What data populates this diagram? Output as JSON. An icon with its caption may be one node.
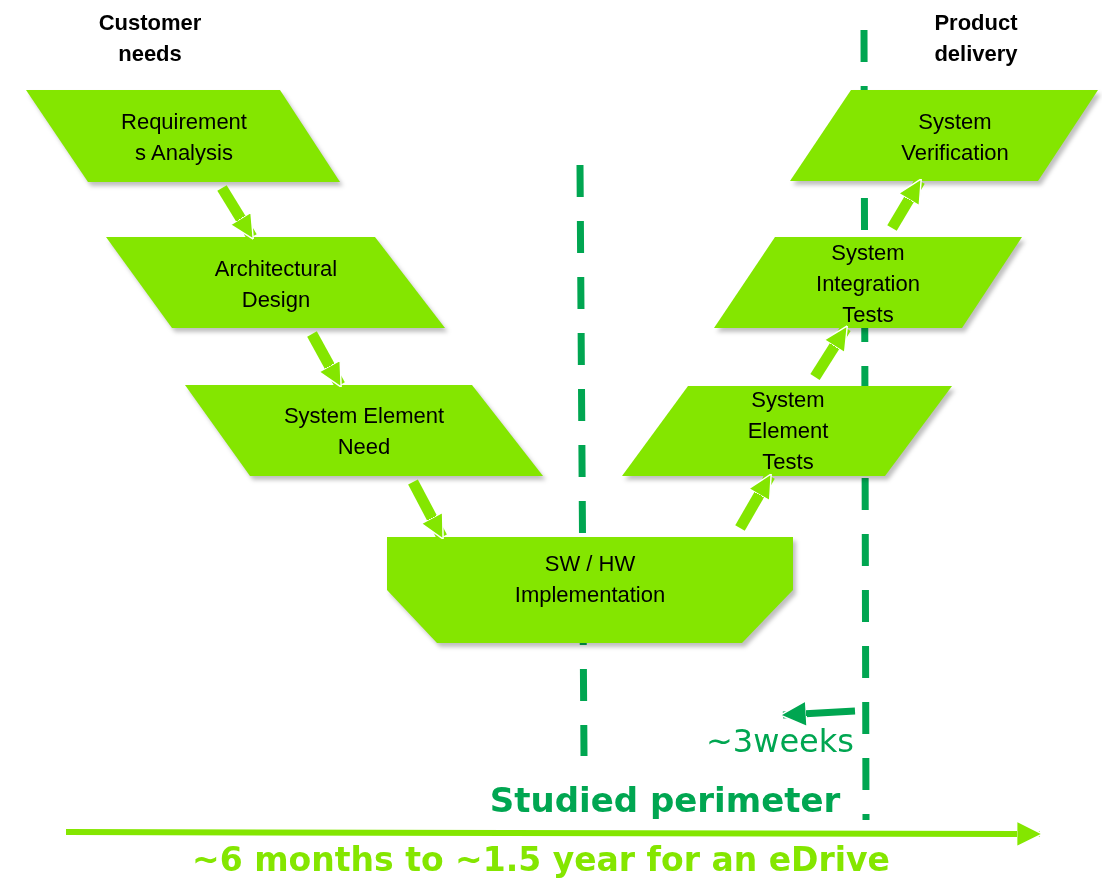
{
  "diagram": {
    "nodes": [
      {
        "text": [
          "Requirement s Analysis"
        ]
      },
      {
        "text": [
          "Architectural Design"
        ]
      },
      {
        "text": [
          "System Element Need"
        ]
      },
      {
        "text": [
          "SW / HW Implementation"
        ]
      },
      {
        "text": [
          "System Element Tests"
        ]
      },
      {
        "text": [
          "System Integration Tests"
        ]
      },
      {
        "text": [
          "System Verification"
        ]
      }
    ],
    "edges": [
      {
        "from": 0,
        "to": 1,
        "arrow": "to"
      },
      {
        "from": 1,
        "to": 2,
        "arrow": "to"
      },
      {
        "from": 2,
        "to": 3,
        "arrow": "to"
      },
      {
        "from": 3,
        "to": 4,
        "arrow": "to"
      },
      {
        "from": 4,
        "to": 5,
        "arrow": "to"
      },
      {
        "from": 5,
        "to": 6,
        "arrow": "to"
      }
    ],
    "labels": [
      "Customer needs",
      "Product delivery",
      "~3weeks",
      "Studied perimeter",
      "~6 months to ~1.5 year for an eDrive"
    ]
  }
}
